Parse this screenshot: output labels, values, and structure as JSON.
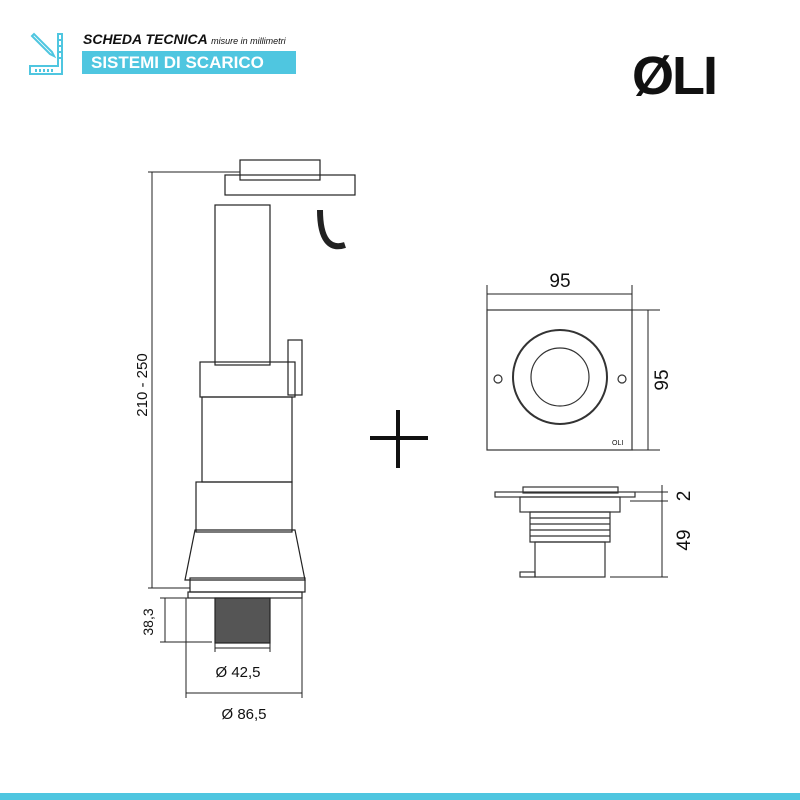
{
  "header": {
    "title": "SCHEDA TECNICA",
    "subtitle": "misure in millimetri",
    "category": "SISTEMI DI SCARICO"
  },
  "brand": {
    "logo": "ØLI",
    "plate_mark": "OLI"
  },
  "colors": {
    "accent": "#4fc6e0"
  },
  "dims": {
    "height": "210 - 250",
    "thread_height": "38,3",
    "inner_diameter": "Ø 42,5",
    "outer_diameter": "Ø 86,5",
    "plate_width": "95",
    "plate_height": "95",
    "plate_thickness": "2",
    "body_depth": "49"
  },
  "plus": "+"
}
